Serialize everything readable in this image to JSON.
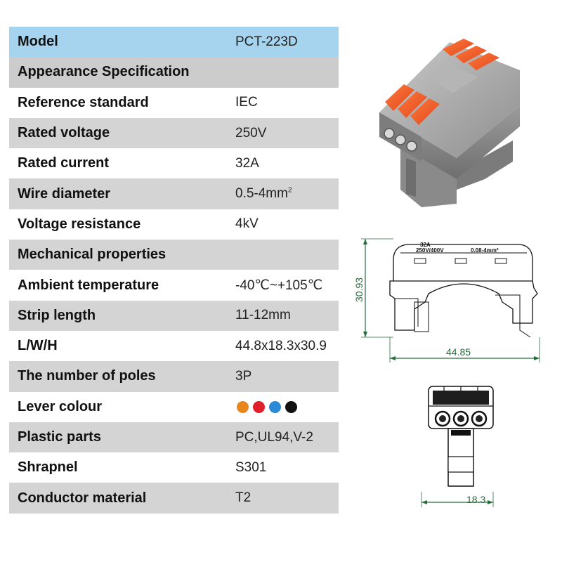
{
  "rows": [
    {
      "label": "Model",
      "value": "PCT-223D"
    },
    {
      "label": "Appearance Specification",
      "value": ""
    },
    {
      "label": "Reference standard",
      "value": "IEC"
    },
    {
      "label": "Rated voltage",
      "value": "250V"
    },
    {
      "label": "Rated current",
      "value": "32A"
    },
    {
      "label": "Wire diameter",
      "value": "0.5-4mm",
      "value_sup": "2"
    },
    {
      "label": "Voltage resistance",
      "value": "4kV"
    },
    {
      "label": "Mechanical properties",
      "value": ""
    },
    {
      "label": "Ambient temperature",
      "value": "-40℃~+105℃"
    },
    {
      "label": "Strip length",
      "value": "11-12mm"
    },
    {
      "label": "L/W/H",
      "value": "44.8x18.3x30.9"
    },
    {
      "label": "The number of poles",
      "value": "3P"
    },
    {
      "label": "Lever colour",
      "value": ""
    },
    {
      "label": "Plastic parts",
      "value": "PC,UL94,V-2"
    },
    {
      "label": "Shrapnel",
      "value": "S301"
    },
    {
      "label": "Conductor material",
      "value": "T2"
    }
  ],
  "lever_colours": [
    "#e8861c",
    "#e01f2b",
    "#2a8ad8",
    "#111111"
  ],
  "drawing": {
    "height_dim": "30.93",
    "length_dim": "44.85",
    "width_dim": "18.3",
    "marking_current": "32A",
    "marking_voltage": "250V/400V",
    "marking_wire": "0.08-4mm²"
  },
  "colors": {
    "header_bg": "#a6d4ef",
    "stripe_bg": "#d4d4d4",
    "dimension_line": "#2a6b3c",
    "lever_orange": "#f05a28",
    "housing_gray": "#8e8e8e"
  }
}
